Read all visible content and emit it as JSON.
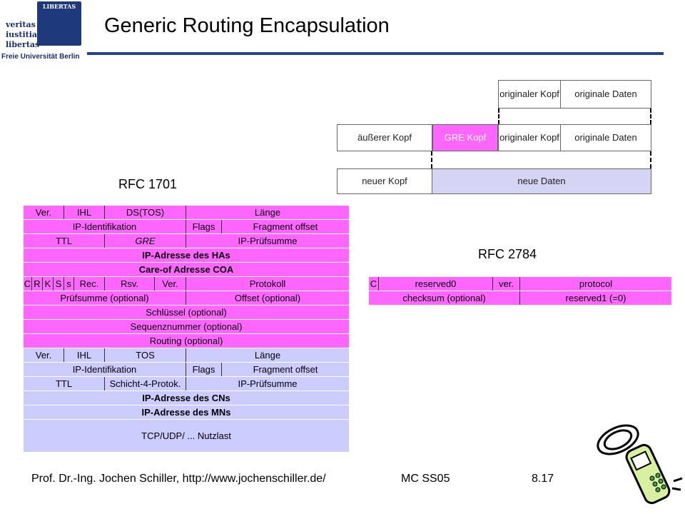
{
  "header": {
    "logo": {
      "seal_text": "LIBERTAS",
      "motto": [
        "veritas",
        "iustitia",
        "libertas"
      ],
      "university": "Freie Universität Berlin"
    },
    "title": "Generic Routing Encapsulation"
  },
  "encapsulation": {
    "row1": {
      "header": "originaler Kopf",
      "data": "originale Daten"
    },
    "row2": {
      "outer": "äußerer Kopf",
      "gre": "GRE Kopf",
      "header": "originaler Kopf",
      "data": "originale Daten"
    },
    "row3": {
      "header": "neuer Kopf",
      "data": "neue Daten"
    }
  },
  "rfc1701": {
    "label": "RFC 1701",
    "rows": [
      {
        "cells": [
          "Ver.",
          "IHL",
          "DS(TOS)",
          "Länge"
        ]
      },
      {
        "cells": [
          "IP-Identifikation",
          "Flags",
          "Fragment offset"
        ]
      },
      {
        "cells": [
          "TTL",
          "GRE",
          "IP-Prüfsumme"
        ]
      },
      {
        "cells": [
          "IP-Adresse des HAs"
        ]
      },
      {
        "cells": [
          "Care-of Adresse COA"
        ]
      },
      {
        "cells": [
          "C",
          "R",
          "K",
          "S",
          "s",
          "Rec.",
          "Rsv.",
          "Ver.",
          "Protokoll"
        ]
      },
      {
        "cells": [
          "Prüfsumme (optional)",
          "Offset (optional)"
        ]
      },
      {
        "cells": [
          "Schlüssel (optional)"
        ]
      },
      {
        "cells": [
          "Sequenznummer (optional)"
        ]
      },
      {
        "cells": [
          "Routing (optional)"
        ]
      },
      {
        "cells": [
          "Ver.",
          "IHL",
          "TOS",
          "Länge"
        ]
      },
      {
        "cells": [
          "IP-Identifikation",
          "Flags",
          "Fragment offset"
        ]
      },
      {
        "cells": [
          "TTL",
          "Schicht-4-Protok.",
          "IP-Prüfsumme"
        ]
      },
      {
        "cells": [
          "IP-Adresse des CNs"
        ]
      },
      {
        "cells": [
          "IP-Adresse des MNs"
        ]
      },
      {
        "cells": [
          "TCP/UDP/ ... Nutzlast"
        ]
      }
    ]
  },
  "rfc2784": {
    "label": "RFC 2784",
    "rows": [
      {
        "cells": [
          "C",
          "reserved0",
          "ver.",
          "protocol"
        ]
      },
      {
        "cells": [
          "checksum (optional)",
          "reserved1 (=0)"
        ]
      }
    ]
  },
  "footer": {
    "author": "Prof. Dr.-Ing. Jochen Schiller, http://www.jochenschiller.de/",
    "course": "MC SS05",
    "page": "8.17"
  },
  "icons": {
    "clipart": "mobile-phone-icon"
  }
}
